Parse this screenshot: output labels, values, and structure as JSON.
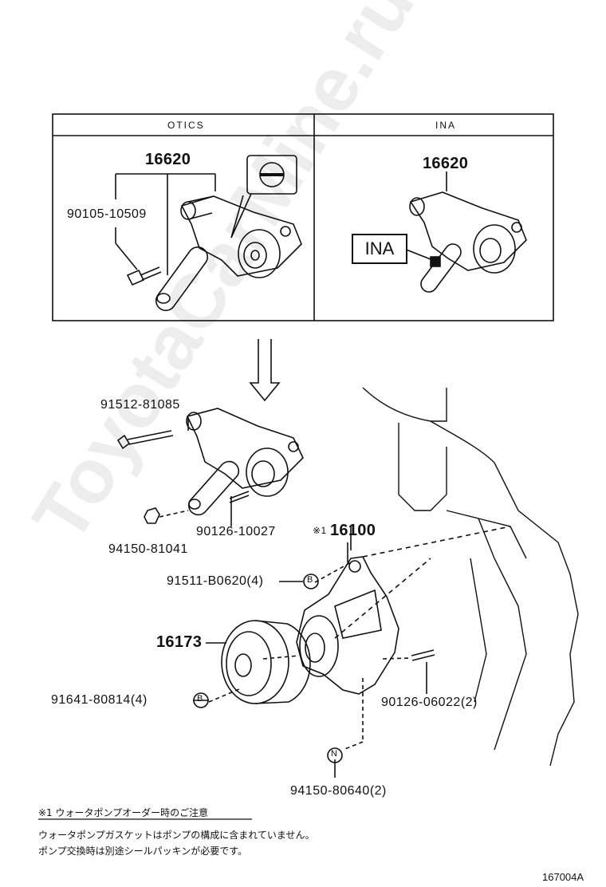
{
  "watermark": "ToyotaCarMine.ru",
  "panels": {
    "left_header": "OTICS",
    "right_header": "INA",
    "right_badge": "INA"
  },
  "parts": {
    "otics_tensioner": "16620",
    "otics_bolt": "90105-10509",
    "ina_tensioner": "16620",
    "bolt_long": "91512-81085",
    "stud_tensioner": "90126-10027",
    "nut_tensioner": "94150-81041",
    "water_pump_mark": "※1",
    "water_pump": "16100",
    "pump_bolt": "91511-B0620(4)",
    "pulley": "16173",
    "pulley_bolt": "91641-80814(4)",
    "pump_stud": "90126-06022(2)",
    "pump_nut": "94150-80640(2)"
  },
  "markers": {
    "b1": "B",
    "b2": "B",
    "n1": "N"
  },
  "notes": {
    "heading": "※1 ウォータポンプオーダー時のご注意",
    "line1": "ウォータポンプガスケットはポンプの構成に含まれていません。",
    "line2": "ポンプ交換時は別途シールパッキンが必要です。"
  },
  "diagram_id": "167004A"
}
